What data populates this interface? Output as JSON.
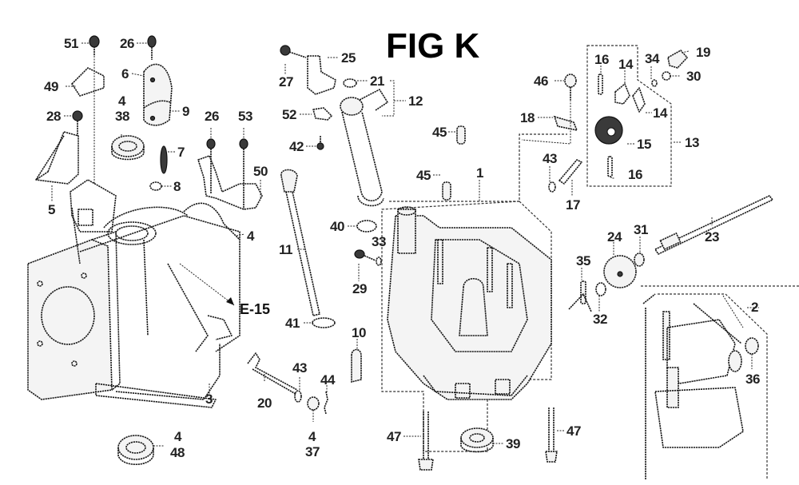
{
  "figure": {
    "title": "FIG K",
    "reference": "E-15",
    "colors": {
      "line": "#1a1a1a",
      "background": "#ffffff"
    }
  },
  "callouts": {
    "c51": "51",
    "c26a": "26",
    "c6": "6",
    "c49": "49",
    "c4a": "4",
    "c38": "38",
    "c9": "9",
    "c28": "28",
    "c26b": "26",
    "c53": "53",
    "c7": "7",
    "c50": "50",
    "c8": "8",
    "c5": "5",
    "c4b": "4",
    "c27": "27",
    "c25": "25",
    "c21": "21",
    "c12": "12",
    "c52": "52",
    "c42": "42",
    "c45a": "45",
    "c45b": "45",
    "c1": "1",
    "c11": "11",
    "c40": "40",
    "c33": "33",
    "c29": "29",
    "c41": "41",
    "c10": "10",
    "c46": "46",
    "c18": "18",
    "c43a": "43",
    "c17": "17",
    "c16a": "16",
    "c14a": "14",
    "c14b": "14",
    "c15": "15",
    "c16b": "16",
    "c13": "13",
    "c34": "34",
    "c19": "19",
    "c30": "30",
    "c31": "31",
    "c23": "23",
    "c24": "24",
    "c35": "35",
    "c32": "32",
    "c2": "2",
    "c36": "36",
    "c3": "3",
    "c20": "20",
    "c43b": "43",
    "c44": "44",
    "c4c": "4",
    "c37": "37",
    "c4d": "4",
    "c48": "48",
    "c47a": "47",
    "c47b": "47",
    "c39": "39"
  }
}
